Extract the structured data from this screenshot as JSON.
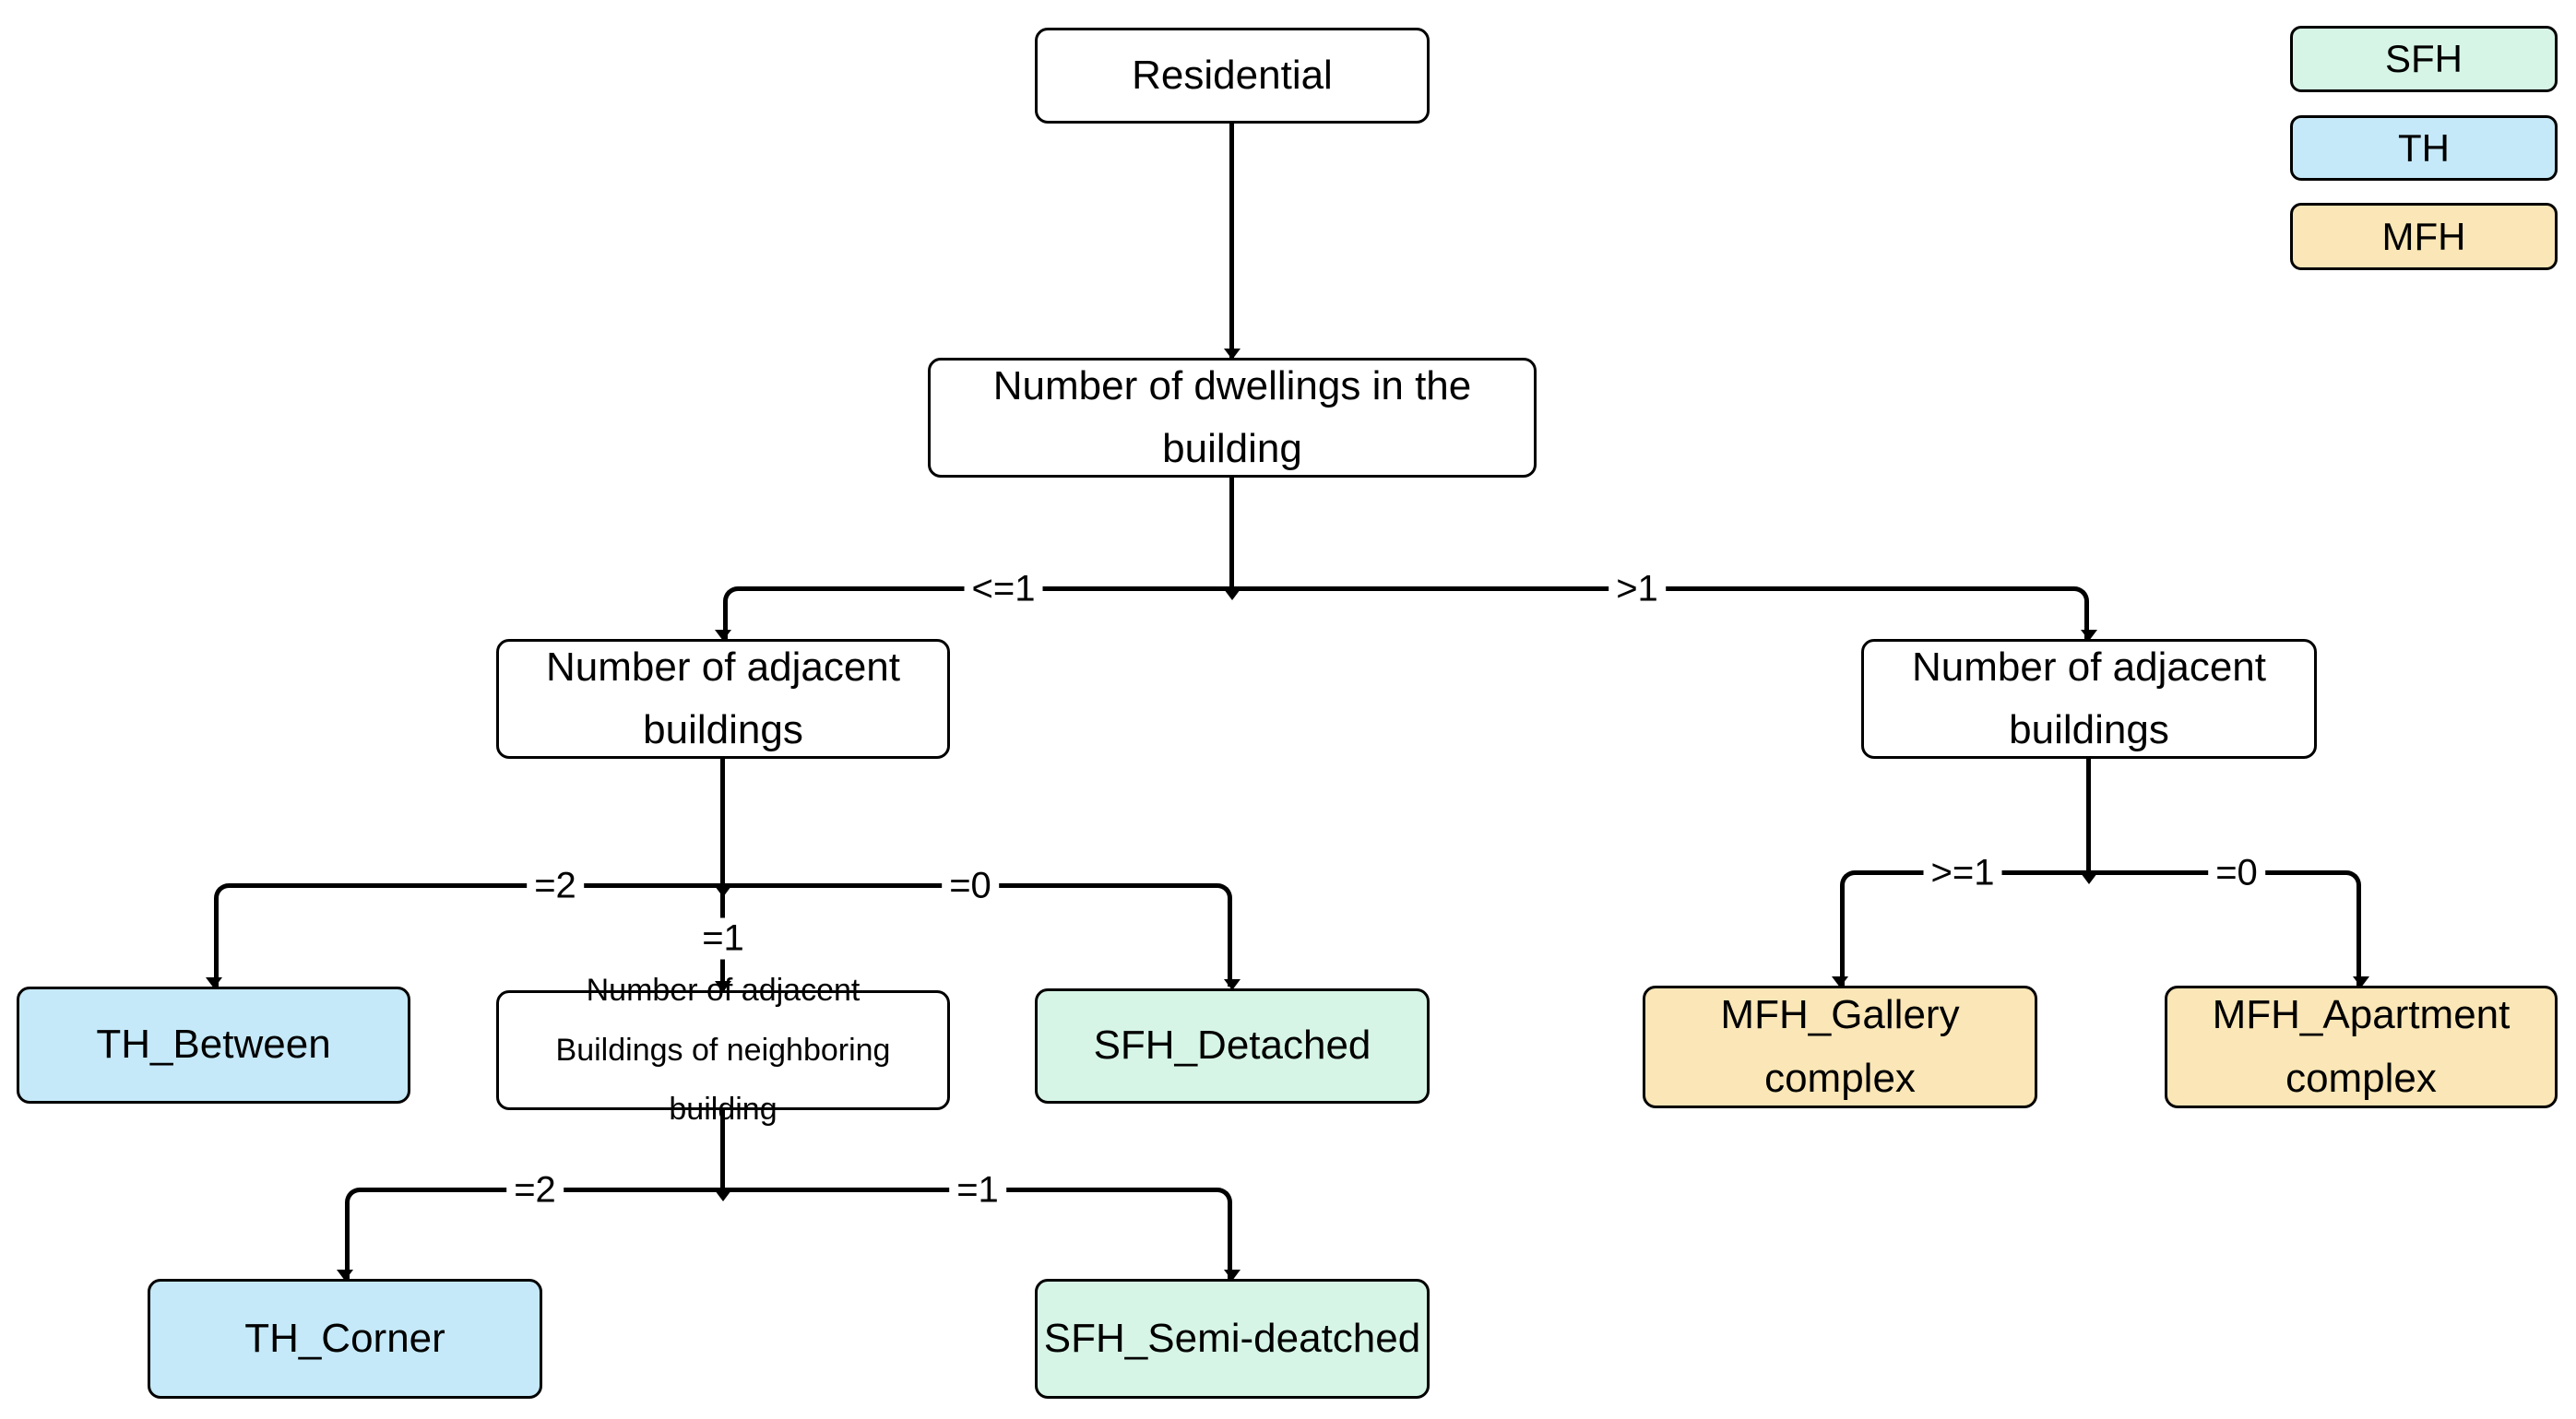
{
  "colors": {
    "sfh": "#d6f5e6",
    "th": "#c5e9f8",
    "mfh": "#fae6b6",
    "line": "#000000"
  },
  "legend": {
    "items": [
      {
        "label": "SFH"
      },
      {
        "label": "TH"
      },
      {
        "label": "MFH"
      }
    ]
  },
  "nodes": {
    "residential": {
      "label": "Residential"
    },
    "dwellings": {
      "label": "Number of dwellings in the\nbuilding"
    },
    "adjacent_left": {
      "label": "Number of adjacent\nbuildings"
    },
    "adjacent_right": {
      "label": "Number of adjacent\nbuildings"
    },
    "neighbor": {
      "label": "Number of adjacent\nBuildings of neighboring building"
    },
    "th_between": {
      "label": "TH_Between"
    },
    "sfh_detached": {
      "label": "SFH_Detached"
    },
    "mfh_gallery": {
      "label": "MFH_Gallery\ncomplex"
    },
    "mfh_apartment": {
      "label": "MFH_Apartment\ncomplex"
    },
    "th_corner": {
      "label": "TH_Corner"
    },
    "sfh_semi_detached": {
      "label": "SFH_Semi-deatched"
    }
  },
  "edge_labels": {
    "dwellings_le1": "<=1",
    "dwellings_gt1": ">1",
    "adjacent_left_eq2": "=2",
    "adjacent_left_eq1": "=1",
    "adjacent_left_eq0": "=0",
    "neighbor_eq2": "=2",
    "neighbor_eq1": "=1",
    "adjacent_right_ge1": ">=1",
    "adjacent_right_eq0": "=0"
  }
}
